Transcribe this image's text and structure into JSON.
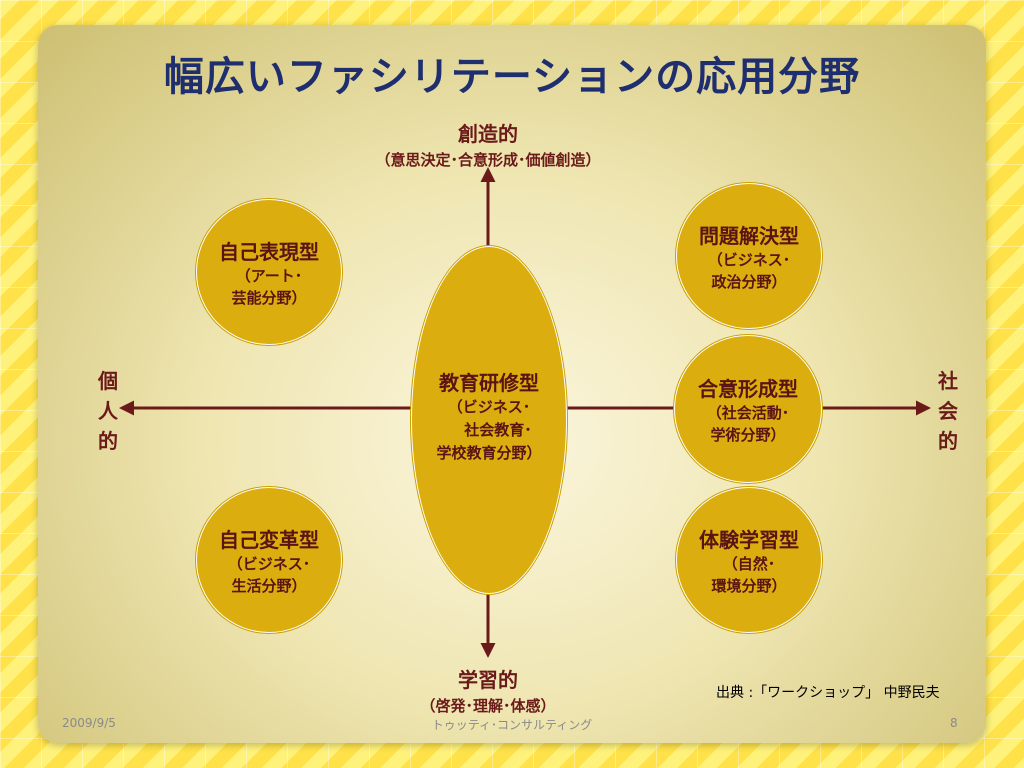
{
  "title": "幅広いファシリテーションの応用分野",
  "axes": {
    "top": {
      "label": "創造的",
      "sub": "（意思決定･合意形成･価値創造）"
    },
    "bottom": {
      "label": "学習的",
      "sub": "（啓発･理解･体感）"
    },
    "left": {
      "chars": [
        "個",
        "人",
        "的"
      ]
    },
    "right": {
      "chars": [
        "社",
        "会",
        "的"
      ]
    }
  },
  "nodes": {
    "self_expression": {
      "title": "自己表現型",
      "sub": [
        "（アート･",
        "芸能分野）"
      ]
    },
    "problem_solving": {
      "title": "問題解決型",
      "sub": [
        "（ビジネス･",
        "政治分野）"
      ]
    },
    "education": {
      "title": "教育研修型",
      "sub": [
        "（ビジネス･",
        "社会教育･",
        "学校教育分野）"
      ]
    },
    "consensus": {
      "title": "合意形成型",
      "sub": [
        "（社会活動･",
        "学術分野）"
      ]
    },
    "self_transform": {
      "title": "自己変革型",
      "sub": [
        "（ビジネス･",
        "生活分野）"
      ]
    },
    "experiential": {
      "title": "体験学習型",
      "sub": [
        "（自然･",
        "環境分野）"
      ]
    }
  },
  "source": "出典 :「ワークショップ」 中野民夫",
  "footer": {
    "date": "2009/9/5",
    "company": "トゥッティ･コンサルティング",
    "page": "8"
  },
  "colors": {
    "title": "#1f2e6e",
    "axis": "#6b1a1a",
    "node_fill": "#dcad0e"
  }
}
